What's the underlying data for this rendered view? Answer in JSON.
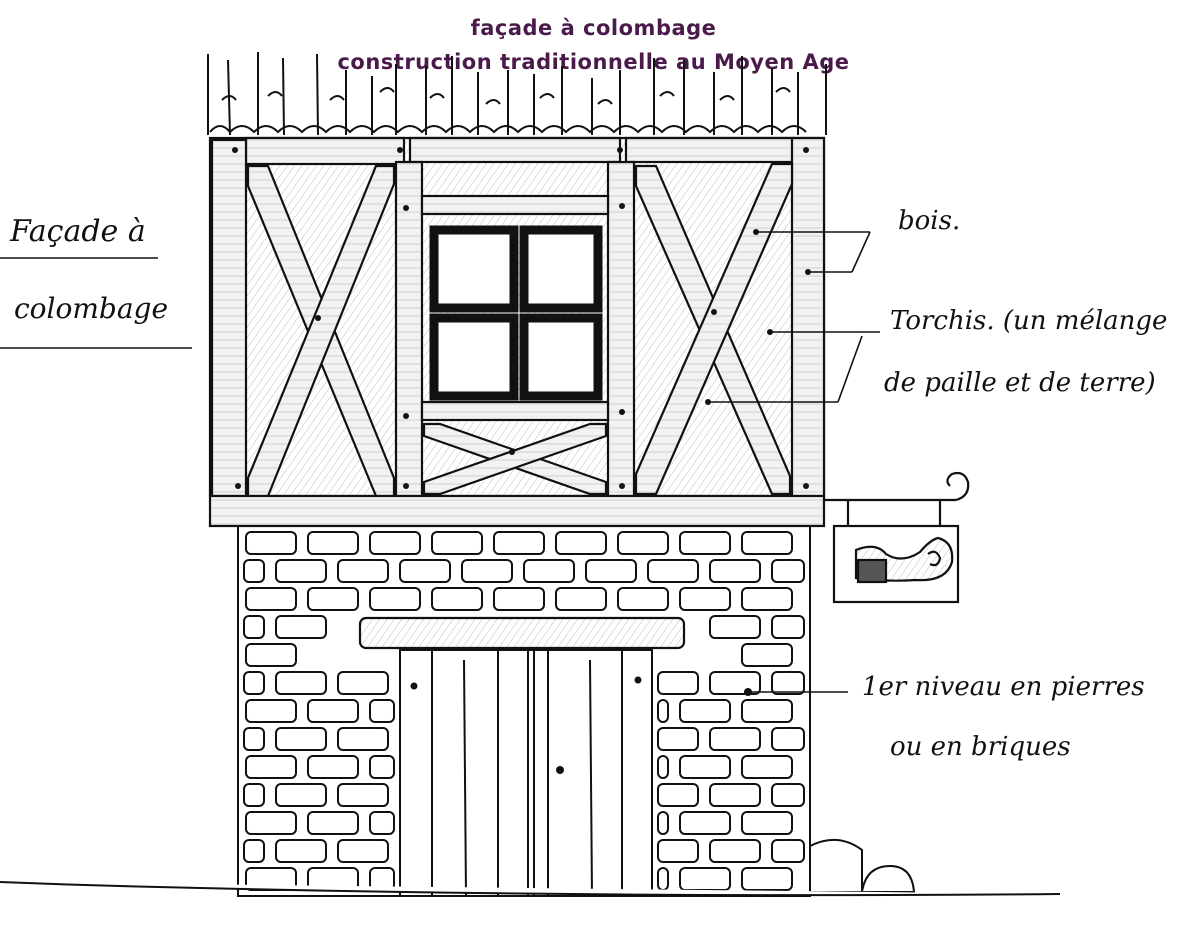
{
  "title": {
    "line1": "façade à colombage",
    "line2": "construction traditionnelle au Moyen Age"
  },
  "left_label": {
    "line1": "Façade à",
    "line2": "colombage"
  },
  "annotations": {
    "bois": "bois.",
    "torchis_1": "Torchis. (un mélange",
    "torchis_2": "de paille et de terre)",
    "niveau_1": "1er niveau en pierres",
    "niveau_2": "ou en briques"
  },
  "colors": {
    "title": "#4a1a4a",
    "ink": "#111111"
  }
}
